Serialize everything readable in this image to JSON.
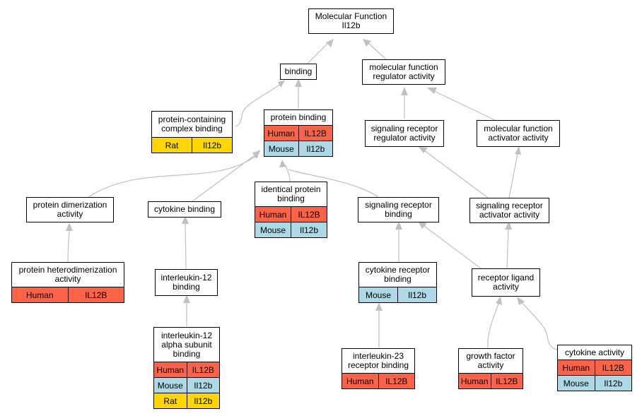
{
  "nodes": {
    "mf_root": {
      "title": [
        "Molecular Function",
        "Il12b"
      ],
      "rows": []
    },
    "binding": {
      "title": [
        "binding"
      ],
      "rows": []
    },
    "mf_reg": {
      "title": [
        "molecular function",
        "regulator activity"
      ],
      "rows": []
    },
    "pccb": {
      "title": [
        "protein-containing",
        "complex binding"
      ],
      "rows": [
        {
          "species": "Rat",
          "gene": "Il12b",
          "color": "rat"
        }
      ]
    },
    "protein_binding": {
      "title": [
        "protein binding"
      ],
      "rows": [
        {
          "species": "Human",
          "gene": "IL12B",
          "color": "human"
        },
        {
          "species": "Mouse",
          "gene": "Il12b",
          "color": "mouse"
        }
      ]
    },
    "sr_reg": {
      "title": [
        "signaling receptor",
        "regulator activity"
      ],
      "rows": []
    },
    "mf_act": {
      "title": [
        "molecular function",
        "activator activity"
      ],
      "rows": []
    },
    "prot_dimer": {
      "title": [
        "protein dimerization",
        "activity"
      ],
      "rows": []
    },
    "cytokine_binding": {
      "title": [
        "cytokine binding"
      ],
      "rows": []
    },
    "identical_pb": {
      "title": [
        "identical protein",
        "binding"
      ],
      "rows": [
        {
          "species": "Human",
          "gene": "IL12B",
          "color": "human"
        },
        {
          "species": "Mouse",
          "gene": "Il12b",
          "color": "mouse"
        }
      ]
    },
    "sr_binding": {
      "title": [
        "signaling receptor",
        "binding"
      ],
      "rows": []
    },
    "sr_act": {
      "title": [
        "signaling receptor",
        "activator activity"
      ],
      "rows": []
    },
    "prot_hetero": {
      "title": [
        "protein heterodimerization",
        "activity"
      ],
      "rows": [
        {
          "species": "Human",
          "gene": "IL12B",
          "color": "human"
        }
      ]
    },
    "il12_binding": {
      "title": [
        "interleukin-12",
        "binding"
      ],
      "rows": []
    },
    "cr_binding": {
      "title": [
        "cytokine receptor",
        "binding"
      ],
      "rows": [
        {
          "species": "Mouse",
          "gene": "Il12b",
          "color": "mouse"
        }
      ]
    },
    "rl_act": {
      "title": [
        "receptor ligand",
        "activity"
      ],
      "rows": []
    },
    "il12a_binding": {
      "title": [
        "interleukin-12",
        "alpha subunit",
        "binding"
      ],
      "rows": [
        {
          "species": "Human",
          "gene": "IL12B",
          "color": "human"
        },
        {
          "species": "Mouse",
          "gene": "Il12b",
          "color": "mouse"
        },
        {
          "species": "Rat",
          "gene": "Il12b",
          "color": "rat"
        }
      ]
    },
    "il23_binding": {
      "title": [
        "interleukin-23",
        "receptor binding"
      ],
      "rows": [
        {
          "species": "Human",
          "gene": "IL12B",
          "color": "human"
        }
      ]
    },
    "gf_act": {
      "title": [
        "growth factor",
        "activity"
      ],
      "rows": [
        {
          "species": "Human",
          "gene": "IL12B",
          "color": "human"
        }
      ]
    },
    "cytokine_act": {
      "title": [
        "cytokine activity"
      ],
      "rows": [
        {
          "species": "Human",
          "gene": "IL12B",
          "color": "human"
        },
        {
          "species": "Mouse",
          "gene": "Il12b",
          "color": "mouse"
        }
      ]
    }
  },
  "colors": {
    "human": "#ff6347",
    "mouse": "#add8e6",
    "rat": "#ffd700",
    "edge": "#c0c0c0"
  }
}
